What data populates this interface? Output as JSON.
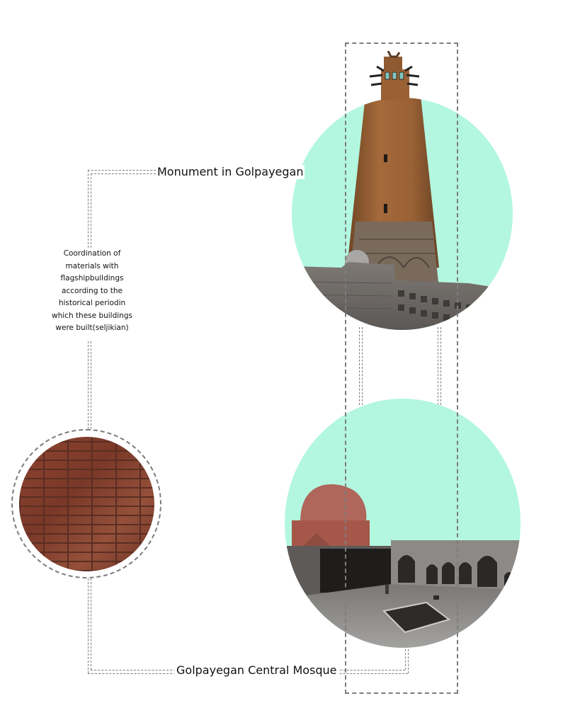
{
  "diagram": {
    "labels": {
      "monument": "Monument in Golpayegan",
      "mosque": "Golpayegan Central Mosque"
    },
    "note_lines": [
      "Coordination of",
      "materials with",
      "flagshipbuildings",
      "according to the",
      "historical periodin",
      "which these buildings",
      "were built(seljikian)"
    ],
    "nodes": [
      {
        "id": "minaret",
        "name": "Monument in Golpayegan",
        "image": "brick minaret tower on mint circle"
      },
      {
        "id": "mosque",
        "name": "Golpayegan Central Mosque",
        "image": "domed mosque courtyard on mint circle"
      },
      {
        "id": "brick",
        "name": "brick material sample",
        "image": "red brick wall texture in dashed circle"
      }
    ],
    "colors": {
      "mint": "#b3f7e0",
      "dash": "#7d7d7d",
      "brick": "#8a3f2c",
      "minaret": "#9a6235",
      "stone": "#6f6a66"
    }
  }
}
